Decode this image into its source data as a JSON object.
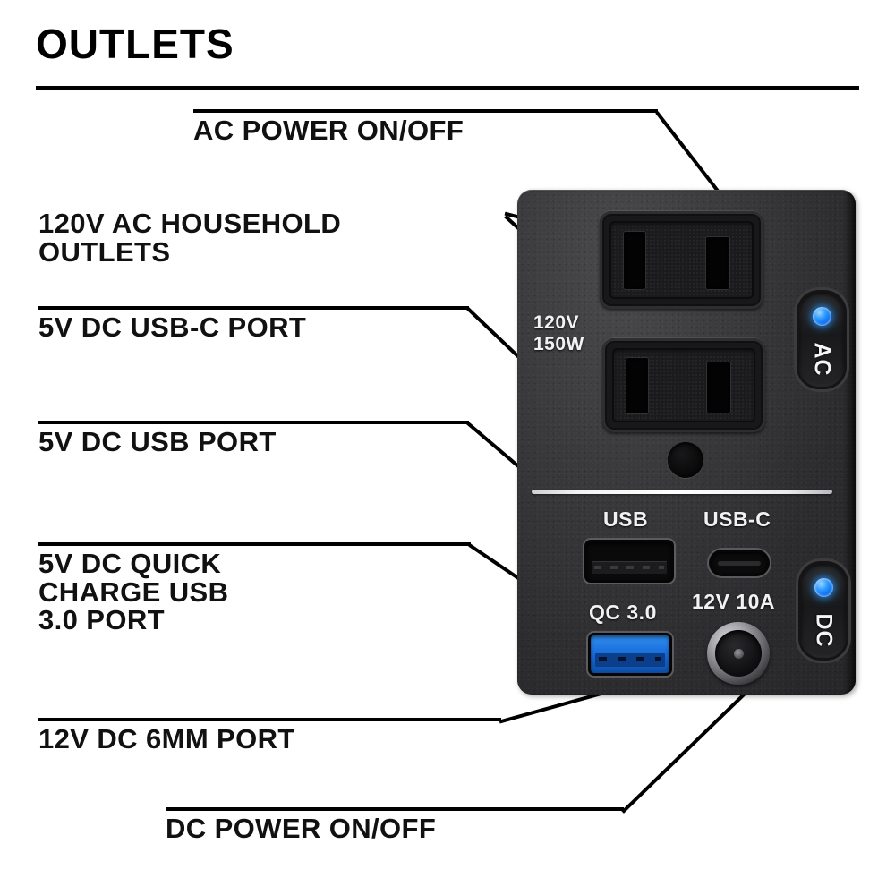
{
  "header": {
    "title": "OUTLETS"
  },
  "callouts": [
    {
      "id": "ac-power-on-off",
      "text": "AC POWER ON/OFF"
    },
    {
      "id": "ac-household",
      "text": "120V AC HOUSEHOLD\nOUTLETS"
    },
    {
      "id": "usb-c-port",
      "text": "5V DC USB-C PORT"
    },
    {
      "id": "usb-port",
      "text": "5V DC USB PORT"
    },
    {
      "id": "qc-usb-port",
      "text": "5V DC QUICK\nCHARGE USB\n3.0 PORT"
    },
    {
      "id": "dc-6mm-port",
      "text": "12V DC 6MM PORT"
    },
    {
      "id": "dc-power-on-off",
      "text": "DC POWER ON/OFF"
    }
  ],
  "device": {
    "ac_rating_line1": "120V",
    "ac_rating_line2": "150W",
    "usb_label": "USB",
    "usb_c_label": "USB-C",
    "qc_label": "QC 3.0",
    "dc_rating_label": "12V 10A",
    "ac_button_label": "AC",
    "dc_button_label": "DC"
  },
  "colors": {
    "ink": "#000000",
    "panel_dark": "#2c2c2e",
    "led_blue": "#1e90ff",
    "qc_blue": "#1669d8",
    "silk_white": "#f2f2f4"
  }
}
